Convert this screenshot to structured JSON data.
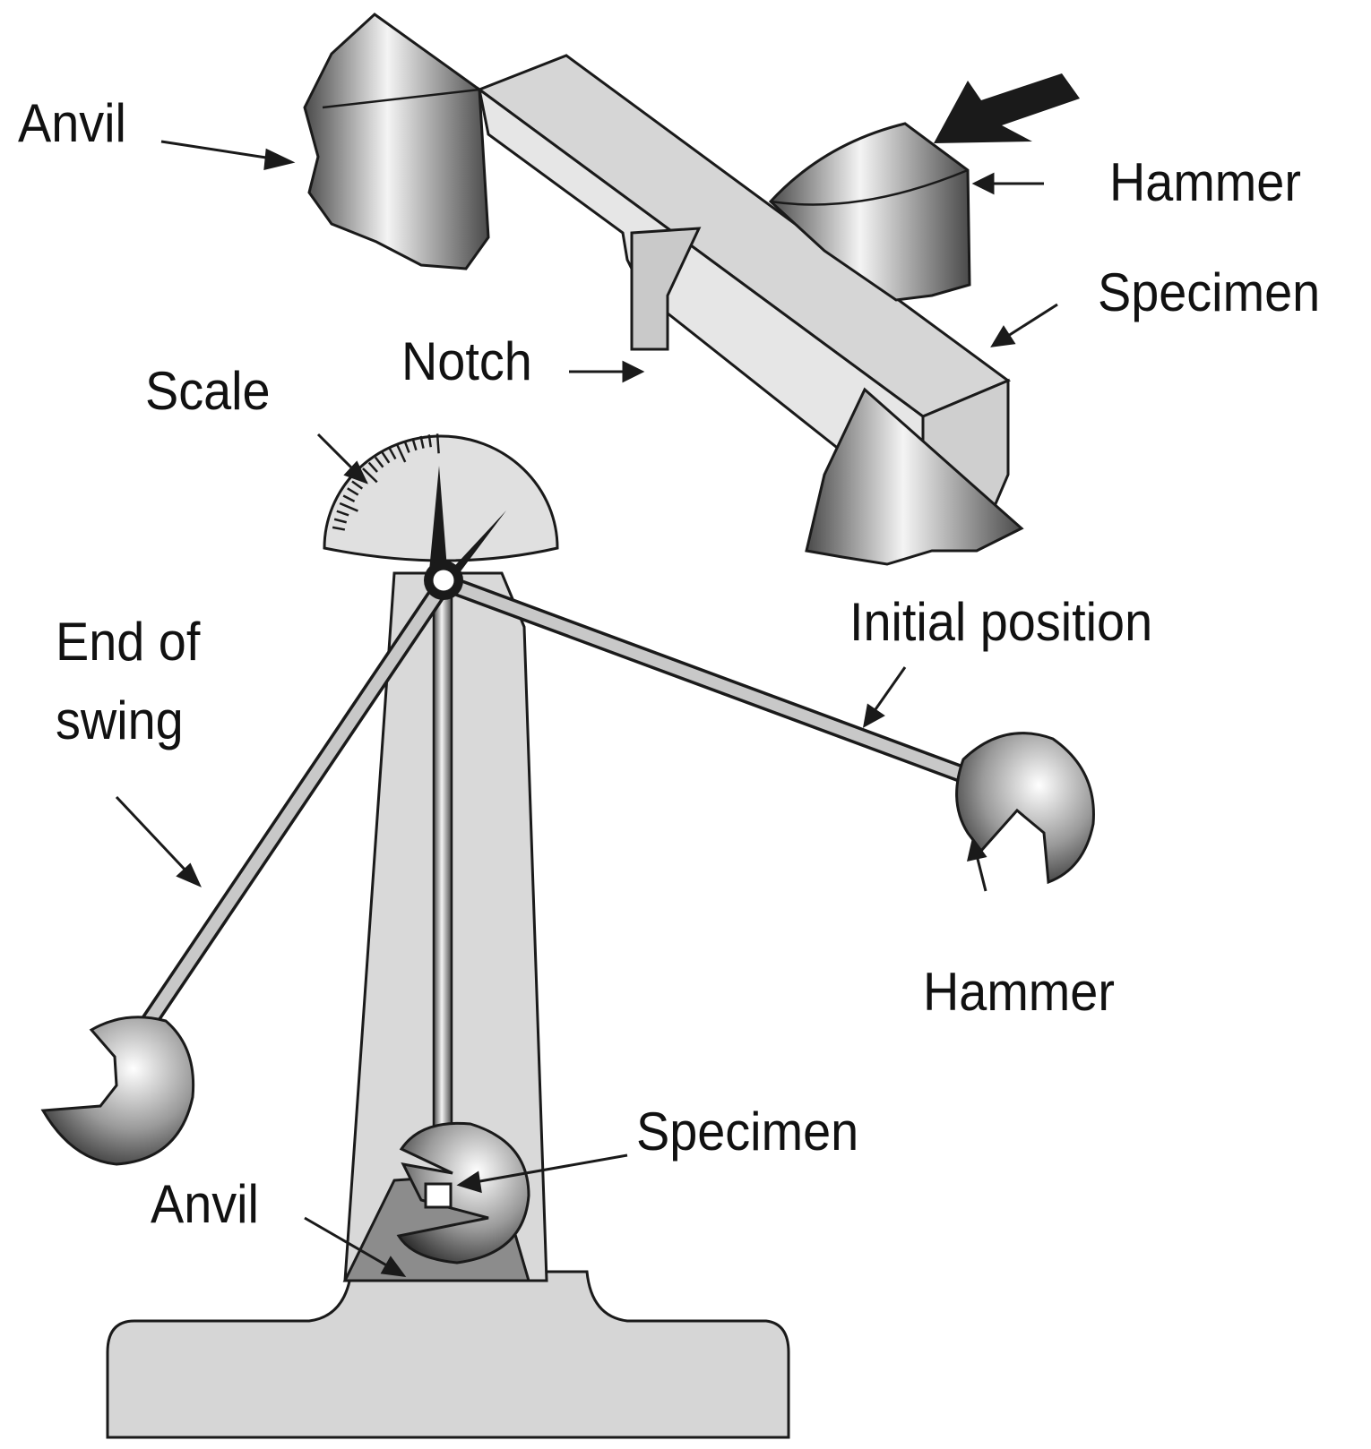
{
  "labels": {
    "anvil_top": "Anvil",
    "hammer_top": "Hammer",
    "specimen_top": "Specimen",
    "notch": "Notch",
    "scale": "Scale",
    "end_of_swing_line1": "End of",
    "end_of_swing_line2": "swing",
    "initial_position": "Initial position",
    "hammer_bottom": "Hammer",
    "specimen_bottom": "Specimen",
    "anvil_bottom": "Anvil"
  },
  "colors": {
    "outline": "#1a1a1a",
    "machine_fill": "#d9d9d9",
    "base_fill": "#d6d6d6",
    "anvil_block_fill": "#8c8c8c",
    "metal_dark": "#3a3a3a",
    "metal_light": "#f2f2f2",
    "specimen_face": "#e3e3e3"
  }
}
